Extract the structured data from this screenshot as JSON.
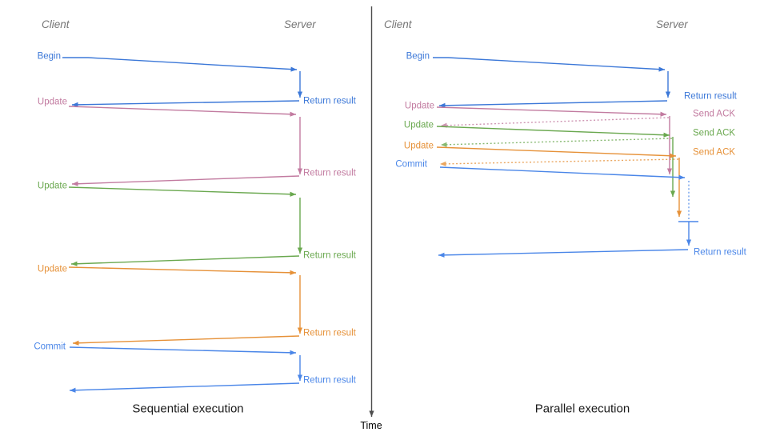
{
  "colors": {
    "blue": "#3c78d8",
    "light_blue": "#4a86e8",
    "pink": "#c27ba0",
    "green": "#6aa84f",
    "orange": "#e69138",
    "axis": "#4d4d4d",
    "header_gray": "#757575"
  },
  "time_axis": {
    "label": "Time"
  },
  "left": {
    "caption": "Sequential execution",
    "client_header": "Client",
    "server_header": "Server",
    "messages": [
      {
        "label": "Begin",
        "response": "Return result",
        "color": "blue"
      },
      {
        "label": "Update",
        "response": "Return result",
        "color": "pink"
      },
      {
        "label": "Update",
        "response": "Return result",
        "color": "green"
      },
      {
        "label": "Update",
        "response": "Return result",
        "color": "orange"
      },
      {
        "label": "Commit",
        "response": "Return result",
        "color": "light_blue"
      }
    ]
  },
  "right": {
    "caption": "Parallel execution",
    "client_header": "Client",
    "server_header": "Server",
    "messages": [
      {
        "label": "Begin",
        "response": "Return result",
        "color": "blue"
      },
      {
        "label": "Update",
        "response": "Send ACK",
        "color": "pink"
      },
      {
        "label": "Update",
        "response": "Send ACK",
        "color": "green"
      },
      {
        "label": "Update",
        "response": "Send ACK",
        "color": "orange"
      },
      {
        "label": "Commit",
        "response": "Return result",
        "color": "light_blue"
      }
    ]
  }
}
